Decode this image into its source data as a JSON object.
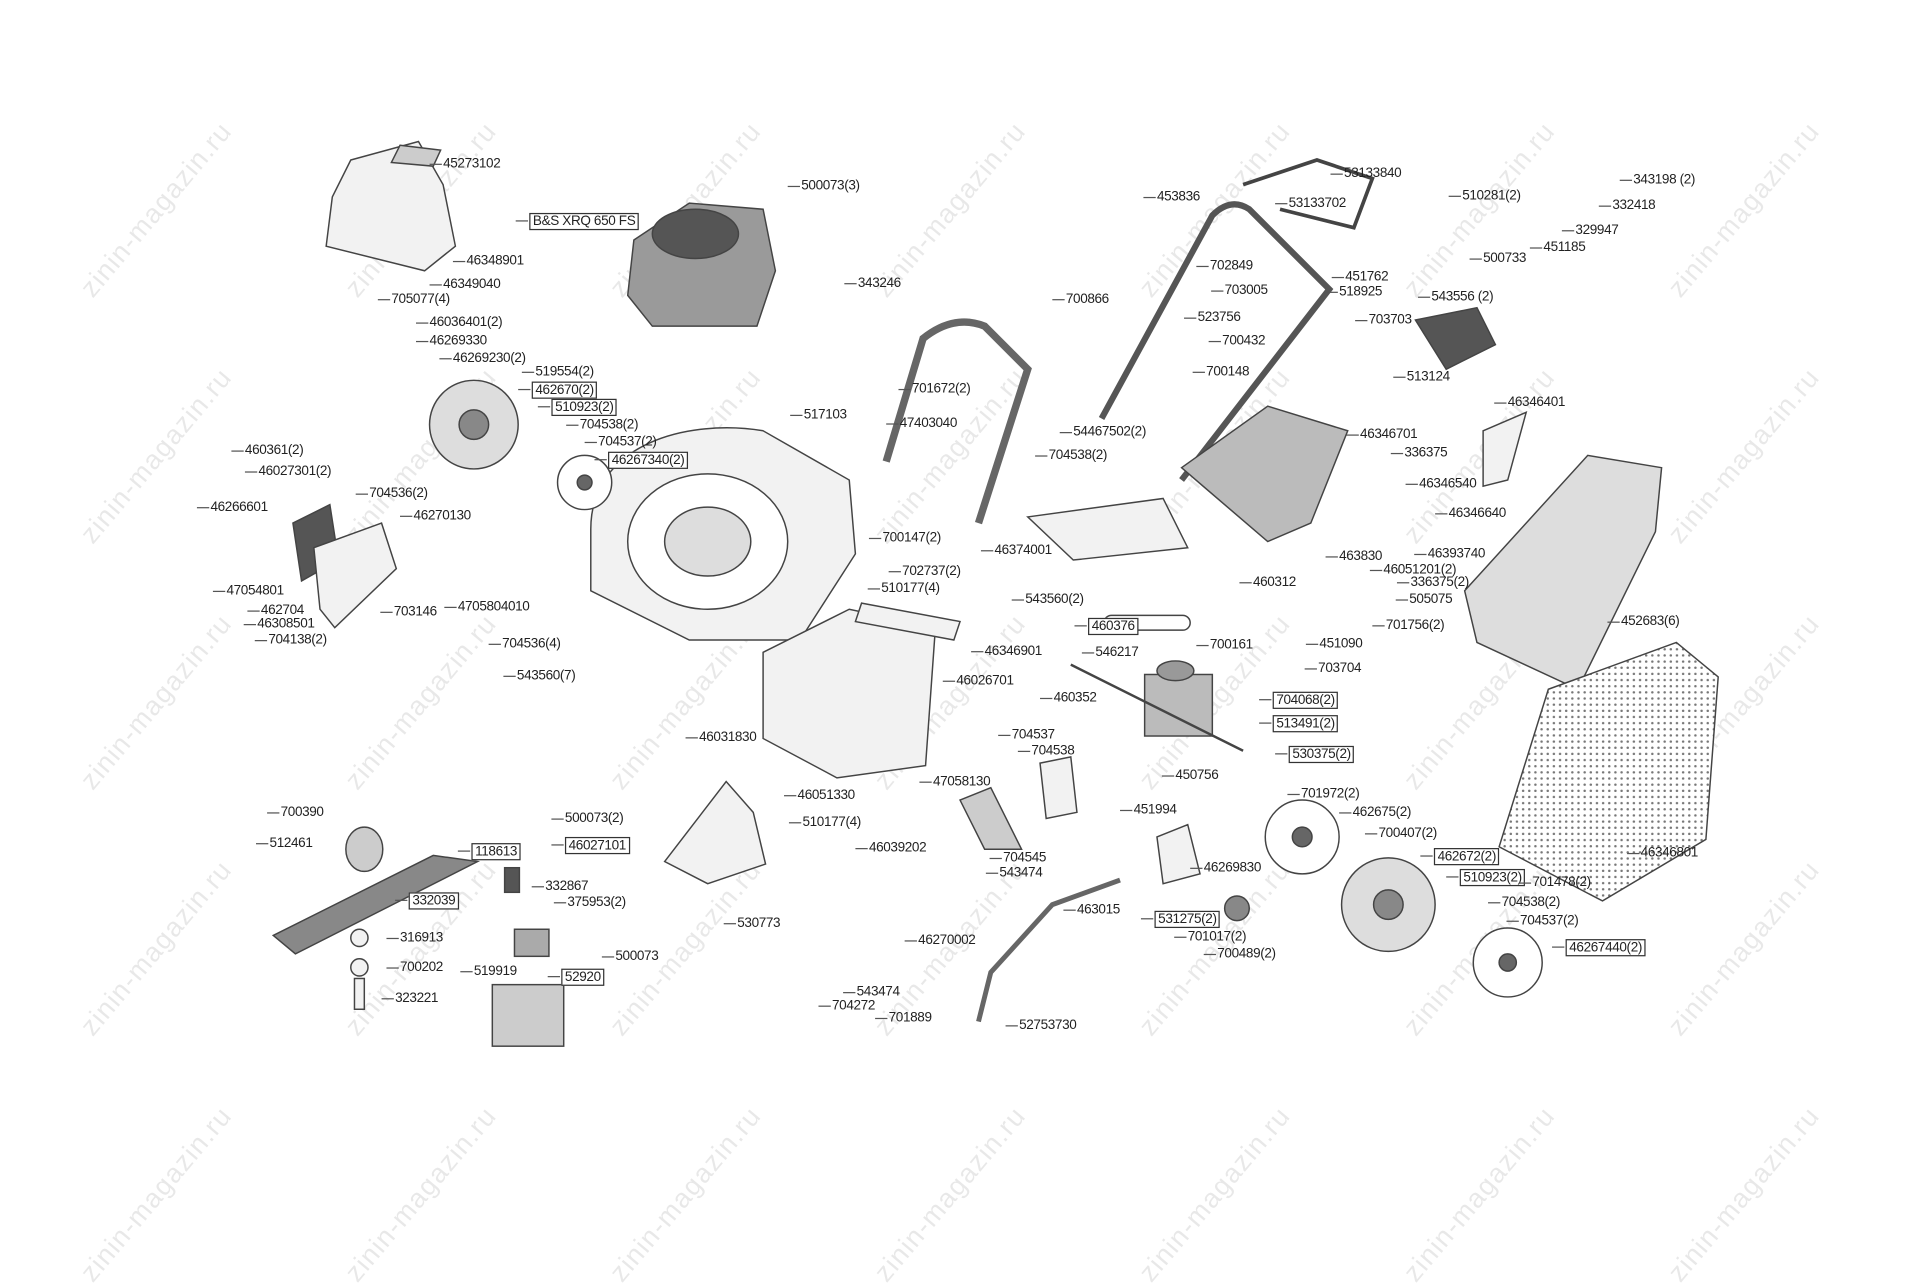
{
  "watermark": "zinin-magazin.ru",
  "labels": [
    "45273102",
    "500073(3)",
    "B&S XRQ 650 FS",
    "46348901",
    "46349040",
    "705077(4)",
    "46036401(2)",
    "46269330",
    "46269230(2)",
    "519554(2)",
    "462670(2)",
    "510923(2)",
    "704538(2)",
    "704537(2)",
    "46267340(2)",
    "460361(2)",
    "46027301(2)",
    "704536(2)",
    "46266601",
    "46270130",
    "47054801",
    "462704",
    "46308501",
    "704138(2)",
    "703146",
    "4705804010",
    "704536(4)",
    "543560(7)",
    "343246",
    "47403040",
    "701672(2)",
    "517103",
    "700147(2)",
    "702737(2)",
    "510177(4)",
    "543560(2)",
    "46346901",
    "46026701",
    "46031830",
    "46051330",
    "47058130",
    "510177(4)",
    "46039202",
    "500073(2)",
    "46027101",
    "375953(2)",
    "530773",
    "500073",
    "700390",
    "512461",
    "118613",
    "332039",
    "332867",
    "316913",
    "700202",
    "323221",
    "519919",
    "52920",
    "704537",
    "704538",
    "704545",
    "543474",
    "463015",
    "46270002",
    "543474",
    "704272",
    "701889",
    "52753730",
    "53133840",
    "453836",
    "53133702",
    "702849",
    "451762",
    "703005",
    "518925",
    "700866",
    "523756",
    "703703",
    "700432",
    "700148",
    "54467502(2)",
    "704538(2)",
    "46346701",
    "46374001",
    "463830",
    "460312",
    "460376",
    "546217",
    "700161",
    "451090",
    "703704",
    "460352",
    "704068(2)",
    "513491(2)",
    "530375(2)",
    "450756",
    "451994",
    "46269830",
    "531275(2)",
    "701017(2)",
    "700489(2)",
    "701972(2)",
    "462675(2)",
    "700407(2)",
    "462672(2)",
    "510923(2)",
    "701478(2)",
    "704538(2)",
    "704537(2)",
    "46267440(2)",
    "46346801",
    "510281(2)",
    "343198 (2)",
    "332418",
    "329947",
    "451185",
    "500733",
    "543556 (2)",
    "513124",
    "46346401",
    "336375",
    "46346540",
    "46346640",
    "46393740",
    "46051201(2)",
    "336375(2)",
    "505075",
    "701756(2)",
    "452683(6)"
  ]
}
